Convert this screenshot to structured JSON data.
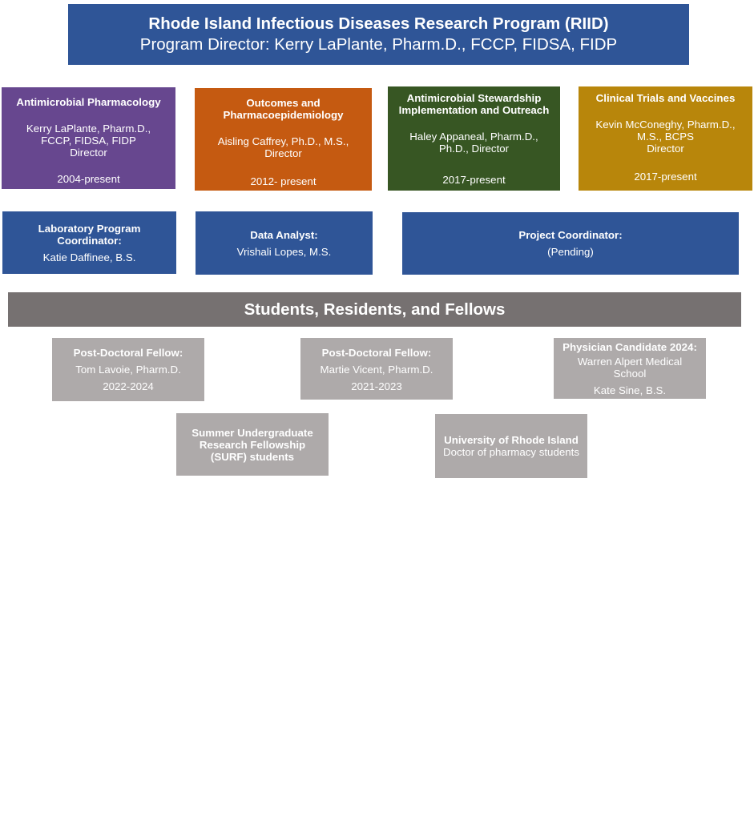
{
  "header": {
    "title": "Rhode Island Infectious Diseases Research Program (RIID)",
    "director": "Program Director: Kerry LaPlante, Pharm.D., FCCP, FIDSA, FIDP"
  },
  "divisions": [
    {
      "title_lines": [
        "Antimicrobial Pharmacology"
      ],
      "person_lines": [
        "Kerry LaPlante, Pharm.D.,",
        "FCCP, FIDSA, FIDP",
        "Director"
      ],
      "years": "2004-present",
      "color": "#67478f"
    },
    {
      "title_lines": [
        "Outcomes and",
        "Pharmacoepidemiology"
      ],
      "person_lines": [
        "Aisling Caffrey, Ph.D., M.S.,",
        "Director"
      ],
      "years": "2012- present",
      "color": "#c55a11"
    },
    {
      "title_lines": [
        "Antimicrobial Stewardship",
        "Implementation and Outreach"
      ],
      "person_lines": [
        "Haley Appaneal, Pharm.D.,",
        "Ph.D., Director"
      ],
      "years": "2017-present",
      "color": "#375623"
    },
    {
      "title_lines": [
        "Clinical Trials and Vaccines"
      ],
      "person_lines": [
        "Kevin McConeghy, Pharm.D.,",
        "M.S., BCPS",
        "Director"
      ],
      "years": "2017-present",
      "color": "#b8860b"
    }
  ],
  "staff": [
    {
      "role_lines": [
        "Laboratory Program",
        "Coordinator:"
      ],
      "name": "Katie Daffinee, B.S."
    },
    {
      "role_lines": [
        "Data Analyst:"
      ],
      "name": "Vrishali Lopes, M.S."
    },
    {
      "role_lines": [
        "Project Coordinator:"
      ],
      "name": "(Pending)"
    }
  ],
  "students_banner": "Students, Residents, and Fellows",
  "students": [
    {
      "title": "Post-Doctoral Fellow:",
      "lines": [
        "Tom Lavoie, Pharm.D.",
        "2022-2024"
      ]
    },
    {
      "title": "Post-Doctoral Fellow:",
      "lines": [
        "Martie Vicent, Pharm.D.",
        "2021-2023"
      ]
    },
    {
      "title": "Physician Candidate 2024:",
      "lines": [
        "Warren Alpert Medical",
        "School",
        "Kate Sine, B.S."
      ]
    },
    {
      "title_lines": [
        "Summer Undergraduate",
        "Research Fellowship",
        "(SURF) students"
      ]
    },
    {
      "title": "University of Rhode Island",
      "lines": [
        "Doctor of pharmacy students"
      ]
    }
  ],
  "colors": {
    "header_blue": "#2f5597",
    "banner_gray": "#767171",
    "student_gray": "#aeaaaa"
  }
}
